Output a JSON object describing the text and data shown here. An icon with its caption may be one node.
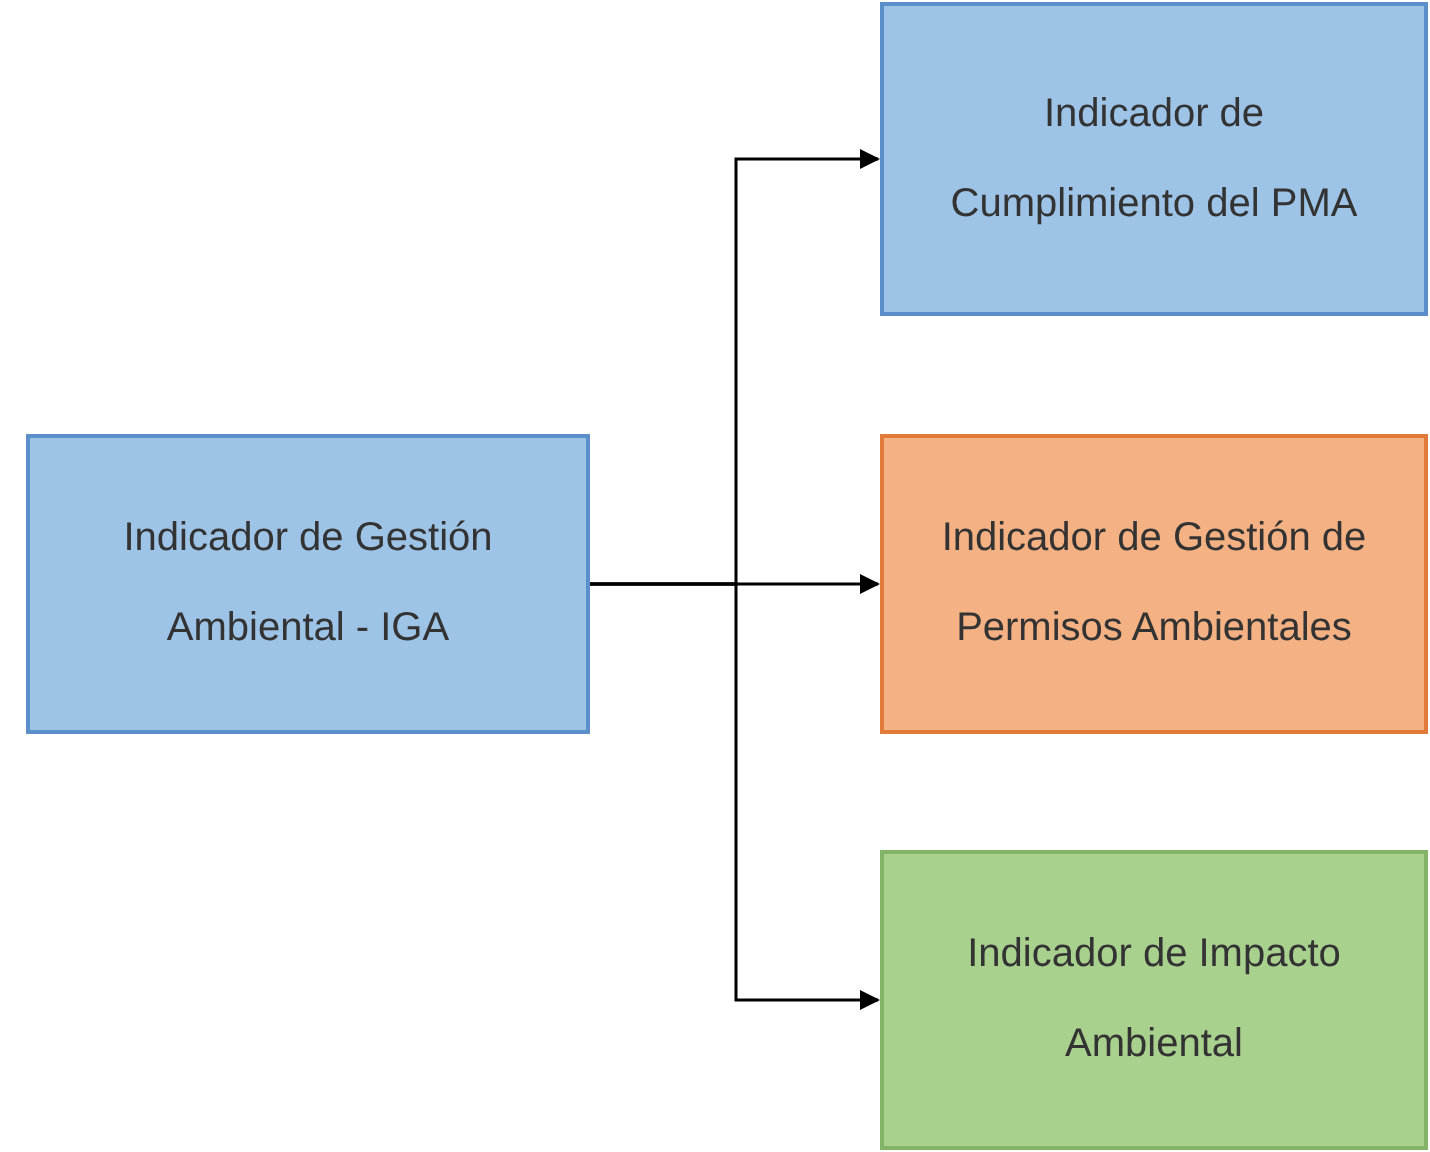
{
  "diagram": {
    "nodes": [
      {
        "text": [
          "Indicador de Gestión Ambiental - IGA"
        ]
      },
      {
        "text": [
          "Indicador de Cumplimiento del PMA"
        ]
      },
      {
        "text": [
          "Indicador de Gestión de Permisos Ambientales"
        ]
      },
      {
        "text": [
          "Indicador de Impacto Ambiental"
        ]
      }
    ],
    "edges": [
      {
        "from": 0,
        "to": 1,
        "arrow": "to"
      },
      {
        "from": 0,
        "to": 2,
        "arrow": "to"
      },
      {
        "from": 0,
        "to": 3,
        "arrow": "to"
      }
    ]
  }
}
